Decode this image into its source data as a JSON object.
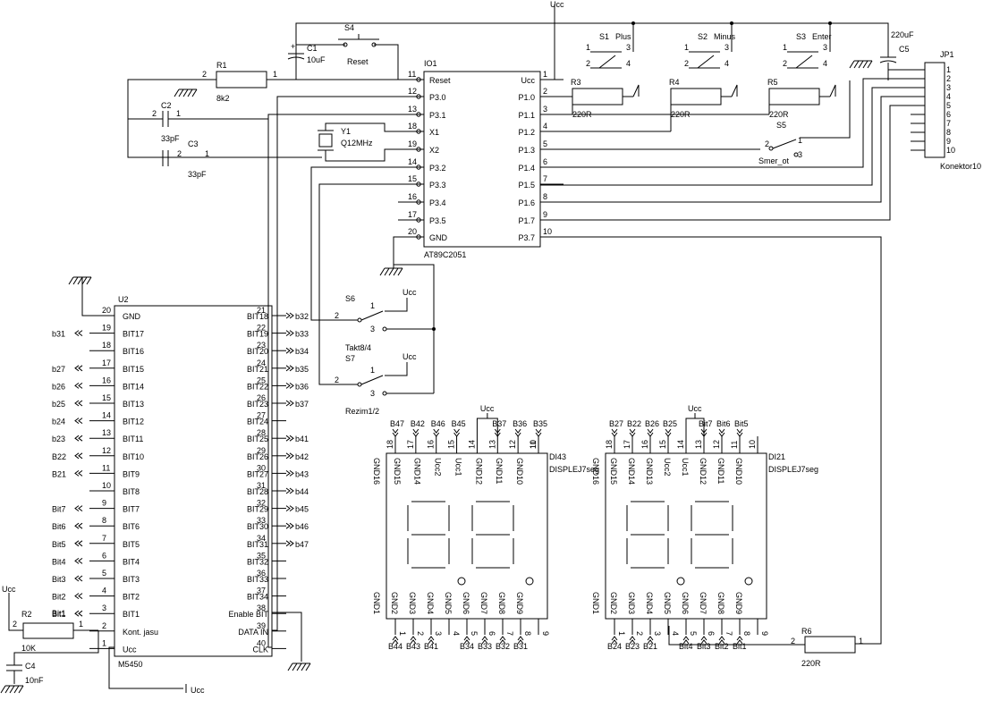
{
  "nets": {
    "ucc": "Ucc"
  },
  "mcu": {
    "ref": "IO1",
    "part": "AT89C2051",
    "left_pins": [
      {
        "num": "11",
        "name": "Reset"
      },
      {
        "num": "12",
        "name": "P3.0"
      },
      {
        "num": "13",
        "name": "P3.1"
      },
      {
        "num": "18",
        "name": "X1"
      },
      {
        "num": "19",
        "name": "X2"
      },
      {
        "num": "14",
        "name": "P3.2"
      },
      {
        "num": "15",
        "name": "P3.3"
      },
      {
        "num": "16",
        "name": "P3.4"
      },
      {
        "num": "17",
        "name": "P3.5"
      },
      {
        "num": "20",
        "name": "GND"
      }
    ],
    "right_pins": [
      {
        "num": "1",
        "name": "Ucc"
      },
      {
        "num": "2",
        "name": "P1.0"
      },
      {
        "num": "3",
        "name": "P1.1"
      },
      {
        "num": "4",
        "name": "P1.2"
      },
      {
        "num": "5",
        "name": "P1.3"
      },
      {
        "num": "6",
        "name": "P1.4"
      },
      {
        "num": "7",
        "name": "P1.5"
      },
      {
        "num": "8",
        "name": "P1.6"
      },
      {
        "num": "9",
        "name": "P1.7"
      },
      {
        "num": "10",
        "name": "P3.7"
      }
    ]
  },
  "driver": {
    "ref": "U2",
    "part": "M5450",
    "left_pins": [
      {
        "num": "20",
        "name": "GND",
        "net": ""
      },
      {
        "num": "19",
        "name": "BIT17",
        "net": "b31"
      },
      {
        "num": "18",
        "name": "BIT16",
        "net": ""
      },
      {
        "num": "17",
        "name": "BIT15",
        "net": "b27"
      },
      {
        "num": "16",
        "name": "BIT14",
        "net": "b26"
      },
      {
        "num": "15",
        "name": "BIT13",
        "net": "b25"
      },
      {
        "num": "14",
        "name": "BIT12",
        "net": "b24"
      },
      {
        "num": "13",
        "name": "BIT11",
        "net": "b23"
      },
      {
        "num": "12",
        "name": "BIT10",
        "net": "B22"
      },
      {
        "num": "11",
        "name": "BIT9",
        "net": "B21"
      },
      {
        "num": "10",
        "name": "BIT8",
        "net": ""
      },
      {
        "num": "9",
        "name": "BIT7",
        "net": "Bit7"
      },
      {
        "num": "8",
        "name": "BIT6",
        "net": "Bit6"
      },
      {
        "num": "7",
        "name": "BIT5",
        "net": "Bit5"
      },
      {
        "num": "6",
        "name": "BIT4",
        "net": "Bit4"
      },
      {
        "num": "5",
        "name": "BIT3",
        "net": "Bit3"
      },
      {
        "num": "4",
        "name": "BIT2",
        "net": "Bit2"
      },
      {
        "num": "3",
        "name": "BIT1",
        "net": "Bit1"
      },
      {
        "num": "2",
        "name": "Kont. jasu",
        "net": ""
      },
      {
        "num": "1",
        "name": "Ucc",
        "net": ""
      }
    ],
    "right_pins": [
      {
        "num": "21",
        "name": "BIT18",
        "net": "b32"
      },
      {
        "num": "22",
        "name": "BIT19",
        "net": "b33"
      },
      {
        "num": "23",
        "name": "BIT20",
        "net": "b34"
      },
      {
        "num": "24",
        "name": "BIT21",
        "net": "b35"
      },
      {
        "num": "25",
        "name": "BIT22",
        "net": "b36"
      },
      {
        "num": "26",
        "name": "BIT23",
        "net": "b37"
      },
      {
        "num": "27",
        "name": "BIT24",
        "net": ""
      },
      {
        "num": "28",
        "name": "BIT25",
        "net": "b41"
      },
      {
        "num": "29",
        "name": "BIT26",
        "net": "b42"
      },
      {
        "num": "30",
        "name": "BIT27",
        "net": "b43"
      },
      {
        "num": "31",
        "name": "BIT28",
        "net": "b44"
      },
      {
        "num": "32",
        "name": "BIT29",
        "net": "b45"
      },
      {
        "num": "33",
        "name": "BIT30",
        "net": "b46"
      },
      {
        "num": "34",
        "name": "BIT31",
        "net": "b47"
      },
      {
        "num": "35",
        "name": "BIT32",
        "net": ""
      },
      {
        "num": "36",
        "name": "BIT33",
        "net": ""
      },
      {
        "num": "37",
        "name": "BIT34",
        "net": ""
      },
      {
        "num": "38",
        "name": "Enable BIT",
        "net": ""
      },
      {
        "num": "39",
        "name": "DATA IN",
        "net": ""
      },
      {
        "num": "40",
        "name": "CLK",
        "net": ""
      }
    ]
  },
  "passives": {
    "r1": {
      "ref": "R1",
      "value": "8k2",
      "p1": "1",
      "p2": "2"
    },
    "r2": {
      "ref": "R2",
      "value": "10K",
      "p1": "2",
      "p2": "1",
      "net": "Bit1"
    },
    "r3": {
      "ref": "R3",
      "value": "220R"
    },
    "r4": {
      "ref": "R4",
      "value": "220R"
    },
    "r5": {
      "ref": "R5",
      "value": "220R"
    },
    "r6": {
      "ref": "R6",
      "value": "220R",
      "p1": "2",
      "p2": "1"
    },
    "c1": {
      "ref": "C1",
      "value": "10uF"
    },
    "c2": {
      "ref": "C2",
      "value": "33pF",
      "p1": "2",
      "p2": "1"
    },
    "c3": {
      "ref": "C3",
      "value": "33pF",
      "p1": "2",
      "p2": "1"
    },
    "c4": {
      "ref": "C4",
      "value": "10nF"
    },
    "c5": {
      "ref": "C5",
      "value": "220uF"
    },
    "y1": {
      "ref": "Y1",
      "value": "Q12MHz"
    }
  },
  "switches": {
    "s1": {
      "ref": "S1",
      "label": "Plus"
    },
    "s2": {
      "ref": "S2",
      "label": "Minus"
    },
    "s3": {
      "ref": "S3",
      "label": "Enter"
    },
    "s4": {
      "ref": "S4",
      "label": "Reset"
    },
    "s5": {
      "ref": "S5",
      "label": "Smer_ot"
    },
    "s6": {
      "ref": "S6",
      "label": ""
    },
    "s7": {
      "ref": "S7",
      "label": "Takt8/4"
    },
    "rezim": "Rezim1/2",
    "pin1": "1",
    "pin2": "2",
    "pin3": "3",
    "pin4": "4"
  },
  "connector": {
    "ref": "JP1",
    "part": "Konektor10",
    "pins": [
      "1",
      "2",
      "3",
      "4",
      "5",
      "6",
      "7",
      "8",
      "9",
      "10"
    ]
  },
  "displays": [
    {
      "ref": "DI43",
      "part": "DISPLEJ7seg",
      "ucc": "Ucc",
      "top_pins": [
        {
          "name": "GND16",
          "num": "18",
          "net": "B47"
        },
        {
          "name": "GND15",
          "num": "17",
          "net": "B42"
        },
        {
          "name": "GND14",
          "num": "16",
          "net": "B46"
        },
        {
          "name": "Ucc2",
          "num": "15",
          "net": "B45"
        },
        {
          "name": "Ucc1",
          "num": "14",
          "net": ""
        },
        {
          "name": "GND12",
          "num": "13",
          "net": "B37"
        },
        {
          "name": "GND11",
          "num": "12",
          "net": "B36"
        },
        {
          "name": "GND10",
          "num": "11",
          "net": "B35"
        }
      ],
      "top_extra": "10",
      "bottom_pins": [
        {
          "name": "GND1",
          "num": "1",
          "net": "B44"
        },
        {
          "name": "GND2",
          "num": "2",
          "net": "B43"
        },
        {
          "name": "GND3",
          "num": "3",
          "net": "B41"
        },
        {
          "name": "GND4",
          "num": "4",
          "net": ""
        },
        {
          "name": "GND5",
          "num": "5",
          "net": "B34"
        },
        {
          "name": "GND6",
          "num": "6",
          "net": "B33"
        },
        {
          "name": "GND7",
          "num": "7",
          "net": "B32"
        },
        {
          "name": "GND8",
          "num": "8",
          "net": "B31"
        },
        {
          "name": "GND9",
          "num": "9",
          "net": ""
        }
      ]
    },
    {
      "ref": "DI21",
      "part": "DISPLEJ7seg",
      "ucc": "Ucc",
      "top_pins": [
        {
          "name": "GND16",
          "num": "18",
          "net": "B27"
        },
        {
          "name": "GND15",
          "num": "17",
          "net": "B22"
        },
        {
          "name": "GND14",
          "num": "16",
          "net": "B26"
        },
        {
          "name": "GND13",
          "num": "15",
          "net": "B25"
        },
        {
          "name": "Ucc2",
          "num": "14",
          "net": ""
        },
        {
          "name": "Ucc1",
          "num": "13",
          "net": "Bit7"
        },
        {
          "name": "GND12",
          "num": "12",
          "net": "Bit6"
        },
        {
          "name": "GND11",
          "num": "11",
          "net": "Bit5"
        },
        {
          "name": "GND10",
          "num": "10",
          "net": ""
        }
      ],
      "bottom_pins": [
        {
          "name": "GND1",
          "num": "1",
          "net": "B24"
        },
        {
          "name": "GND2",
          "num": "2",
          "net": "B23"
        },
        {
          "name": "GND3",
          "num": "3",
          "net": "B21"
        },
        {
          "name": "GND4",
          "num": "4",
          "net": ""
        },
        {
          "name": "GND5",
          "num": "5",
          "net": "Bit4"
        },
        {
          "name": "GND6",
          "num": "6",
          "net": "Bit3"
        },
        {
          "name": "GND7",
          "num": "7",
          "net": "Bit2"
        },
        {
          "name": "GND8",
          "num": "8",
          "net": "Bit1"
        },
        {
          "name": "GND9",
          "num": "9",
          "net": ""
        }
      ]
    }
  ]
}
